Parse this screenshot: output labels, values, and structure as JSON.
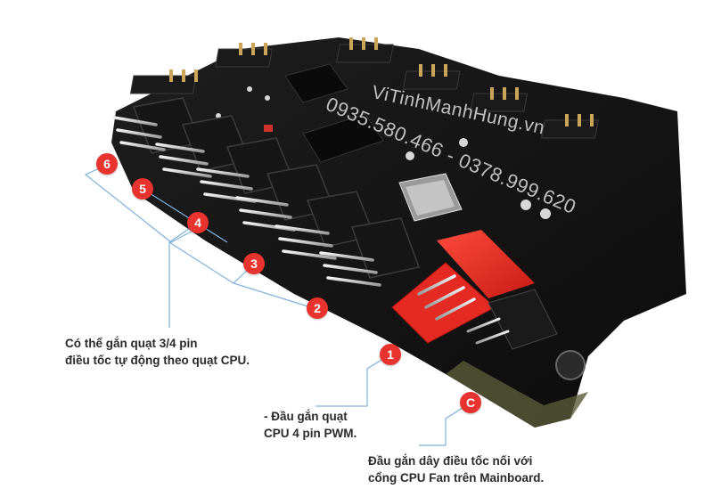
{
  "watermark": {
    "line1": "ViTinhManhHung.vn",
    "line2": "0935.580.466 - 0378.999.620"
  },
  "badges": {
    "b6": "6",
    "b5": "5",
    "b4": "4",
    "b3": "3",
    "b2": "2",
    "b1": "1",
    "bc": "C"
  },
  "captions": {
    "fan_ports": {
      "line1": "Có thể gắn quạt 3/4 pin",
      "line2": "điều tốc tự động theo quạt CPU."
    },
    "cpu_port": {
      "line1": "- Đầu gắn quạt",
      "line2": "CPU 4 pin PWM."
    },
    "control_port": {
      "line1": "Đầu gắn dây điều tốc nối với",
      "line2": "cổng CPU Fan trên Mainboard."
    }
  },
  "colors": {
    "badge": "#e8332f",
    "leader_line": "#7fb2dc",
    "board": "#141414",
    "connector_red": "#e52a24",
    "text": "#2a2a2a"
  }
}
